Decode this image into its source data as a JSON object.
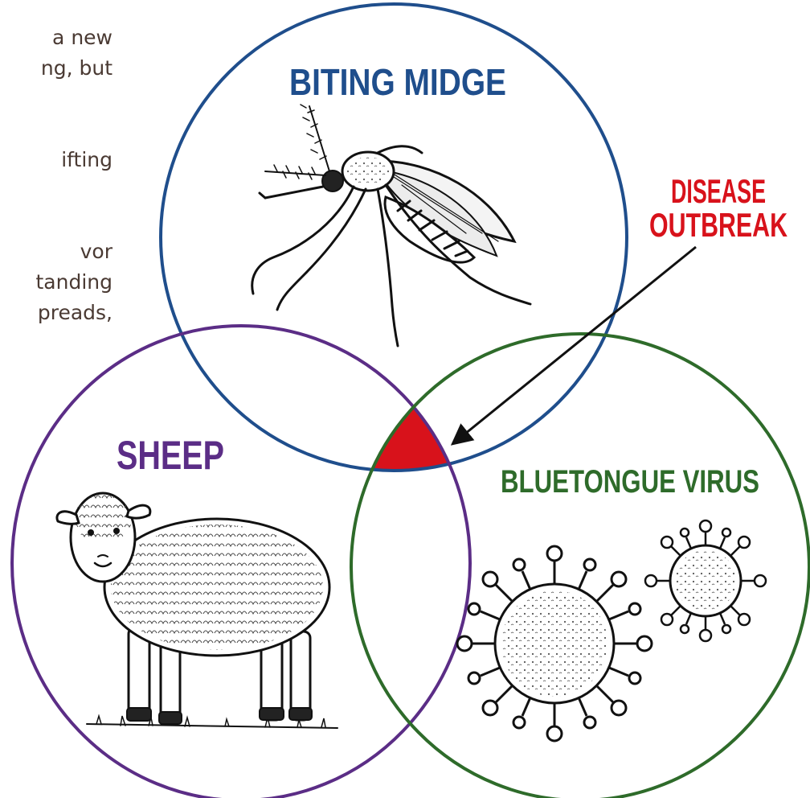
{
  "background_text": [
    "a new",
    "ng, but",
    "",
    "",
    "ifting",
    "",
    "",
    "vor",
    "tanding",
    "preads,"
  ],
  "circles": {
    "midge": {
      "label": "BITING MIDGE",
      "color": "#1f4e8c"
    },
    "sheep": {
      "label": "SHEEP",
      "color": "#5b2d86"
    },
    "virus": {
      "label": "BLUETONGUE VIRUS",
      "color": "#2e6b2a"
    }
  },
  "callout": {
    "line1": "DISEASE",
    "line2": "OUTBREAK",
    "color": "#d8121b"
  },
  "illustrations": {
    "midge": "mosquito-illustration",
    "sheep": "sheep-illustration",
    "virus": "virus-illustration"
  }
}
